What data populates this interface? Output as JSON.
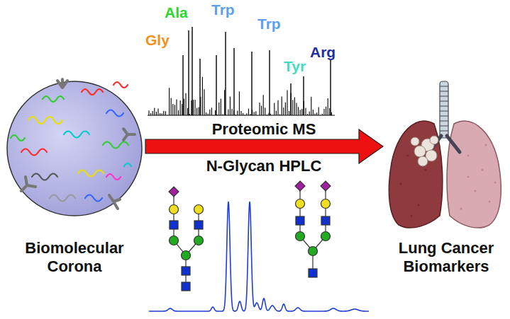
{
  "diagram": {
    "nodes": [
      {
        "text": [
          "Biomolecular Corona"
        ]
      },
      {
        "text": [
          "Lung Cancer Biomarkers"
        ]
      }
    ],
    "edges": [
      {
        "from": 0,
        "to": 1,
        "arrow": "to"
      }
    ],
    "labels": [
      "Gly",
      "Ala",
      "Trp",
      "Trp",
      "Tyr",
      "Arg",
      "Proteomic MS",
      "N-Glycan HPLC"
    ]
  }
}
